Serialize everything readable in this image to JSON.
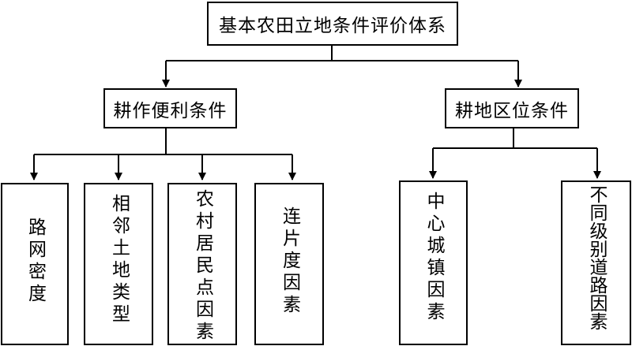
{
  "root": {
    "label": "基本农田立地条件评价体系"
  },
  "categories": [
    {
      "label": "耕作便利条件",
      "factors": [
        "路网密度",
        "相邻土地类型",
        "农村居民点因素",
        "连片度因素"
      ]
    },
    {
      "label": "耕地区位条件",
      "factors": [
        "中心城镇因素",
        "不同级别道路因素"
      ]
    }
  ]
}
